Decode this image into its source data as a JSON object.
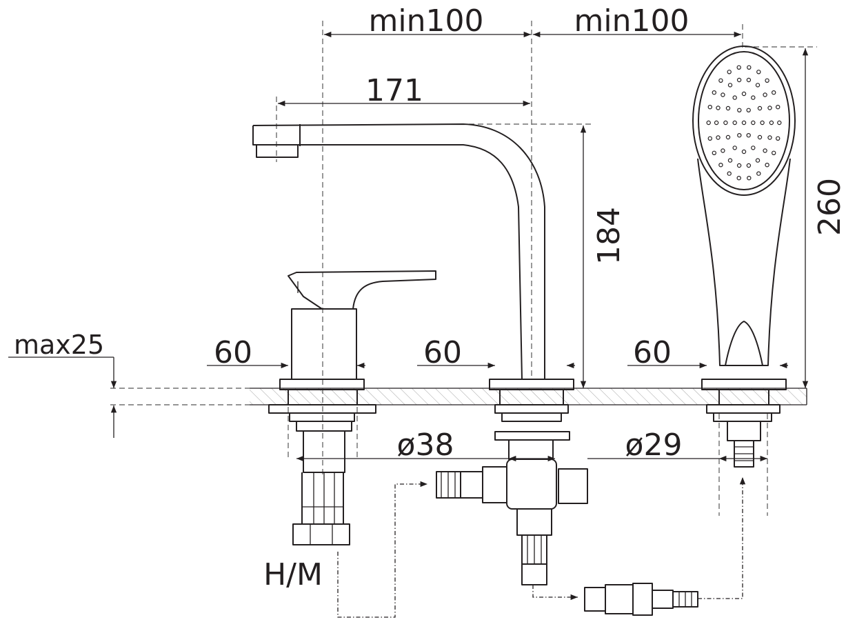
{
  "dimensions": {
    "spacing_left": "min100",
    "spacing_right": "min100",
    "spout_reach": "171",
    "spout_height": "184",
    "handshower_length": "260",
    "deck_thickness": "max25",
    "base_left": "60",
    "base_middle": "60",
    "base_right": "60",
    "hole_diameter_left": "ø38",
    "hole_diameter_right": "ø29"
  },
  "labels": {
    "hot_cold": "H/M"
  }
}
